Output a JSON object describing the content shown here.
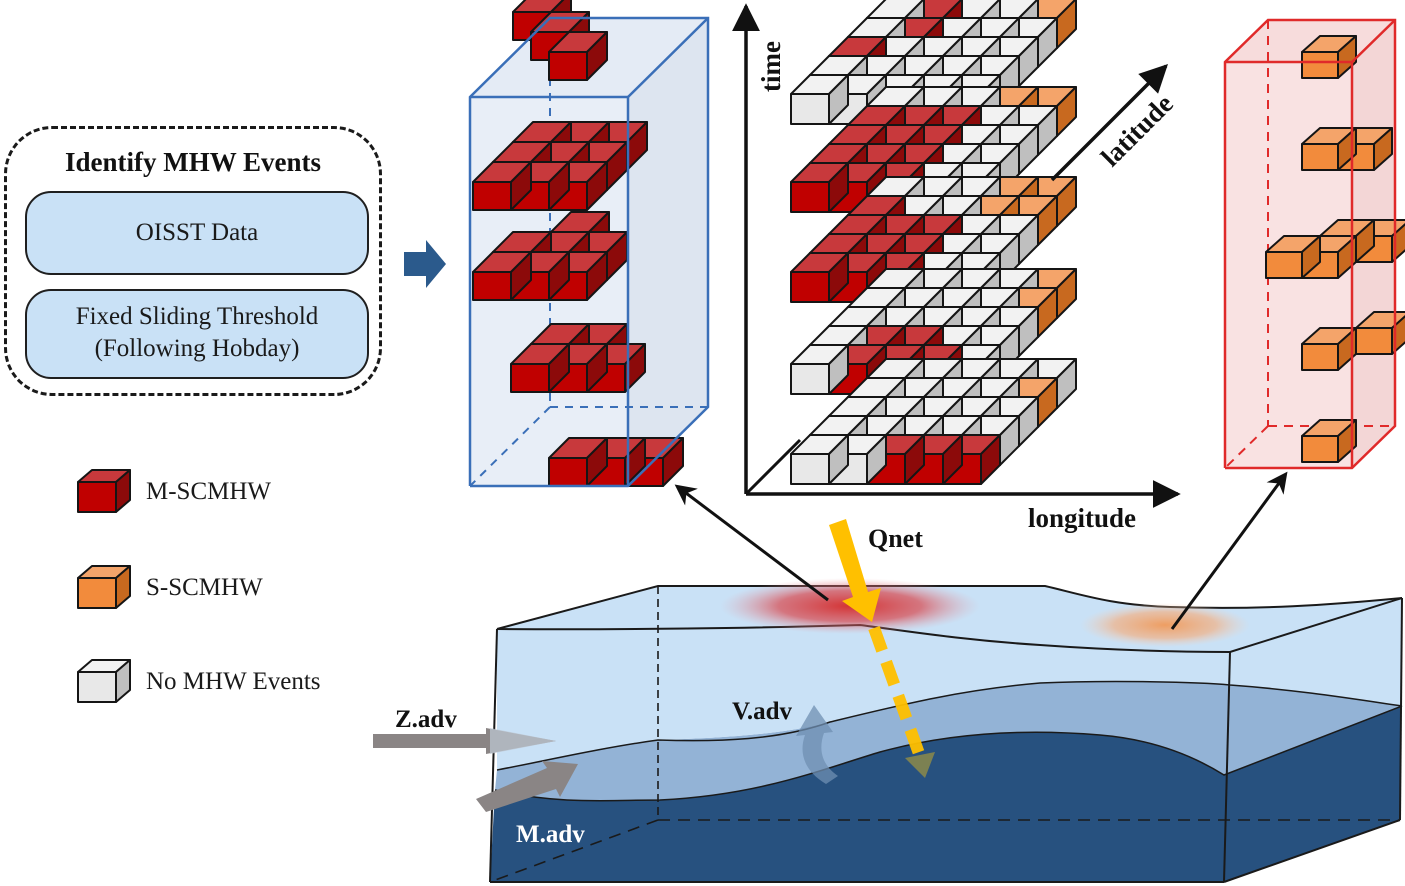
{
  "identify_panel": {
    "title": "Identify MHW Events",
    "steps": [
      {
        "label": "OISST Data"
      },
      {
        "label_line1": "Fixed Sliding Threshold",
        "label_line2": "(Following Hobday)"
      }
    ]
  },
  "legend": {
    "items": [
      {
        "label": "M-SCMHW",
        "category": "m_scmhw"
      },
      {
        "label": "S-SCMHW",
        "category": "s_scmhw"
      },
      {
        "label": "No MHW Events",
        "category": "none"
      }
    ]
  },
  "colors": {
    "m_scmhw": {
      "top": "#c8393c",
      "front": "#c00000",
      "side": "#8c0a0a"
    },
    "s_scmhw": {
      "top": "#f4a46a",
      "front": "#f28b3c",
      "side": "#c8691f"
    },
    "none": {
      "top": "#f2f2f2",
      "front": "#e8e8e8",
      "side": "#bfbfbf"
    },
    "m_box_edge": "#3a6fb8",
    "m_box_fill": "#e4ebf5",
    "s_box_edge": "#e02a2a",
    "s_box_fill": "#f7dcdc",
    "ocean_surface": "#c9e1f6",
    "ocean_mid": "#93b3d6",
    "ocean_deep": "#27517f",
    "qnet_arrow": "#ffc000",
    "adv_arrow": "#8a8585",
    "flow_arrow": "#2b5a8c"
  },
  "axes": {
    "time": "time",
    "latitude": "latitude",
    "longitude": "longitude"
  },
  "grid_layers": [
    {
      "rows": [
        [
          "none",
          "m_scmhw",
          "none",
          "none",
          "s_scmhw"
        ],
        [
          "none",
          "m_scmhw",
          "none",
          "none",
          "none"
        ],
        [
          "m_scmhw",
          "none",
          "none",
          "none",
          "none"
        ],
        [
          "none",
          "none",
          "none",
          "none",
          "none"
        ],
        [
          "none",
          "none",
          "none",
          "none",
          "none"
        ]
      ]
    },
    {
      "rows": [
        [
          "none",
          "none",
          "none",
          "s_scmhw",
          "s_scmhw"
        ],
        [
          "m_scmhw",
          "m_scmhw",
          "m_scmhw",
          "none",
          "none"
        ],
        [
          "m_scmhw",
          "m_scmhw",
          "m_scmhw",
          "none",
          "none"
        ],
        [
          "m_scmhw",
          "m_scmhw",
          "m_scmhw",
          "none",
          "none"
        ],
        [
          "m_scmhw",
          "m_scmhw",
          "m_scmhw",
          "none",
          "none"
        ]
      ]
    },
    {
      "rows": [
        [
          "none",
          "none",
          "none",
          "s_scmhw",
          "s_scmhw"
        ],
        [
          "m_scmhw",
          "none",
          "none",
          "s_scmhw",
          "s_scmhw"
        ],
        [
          "m_scmhw",
          "m_scmhw",
          "m_scmhw",
          "none",
          "none"
        ],
        [
          "m_scmhw",
          "m_scmhw",
          "m_scmhw",
          "none",
          "none"
        ],
        [
          "m_scmhw",
          "m_scmhw",
          "m_scmhw",
          "none",
          "none"
        ]
      ]
    },
    {
      "rows": [
        [
          "none",
          "none",
          "none",
          "none",
          "s_scmhw"
        ],
        [
          "none",
          "none",
          "none",
          "none",
          "s_scmhw"
        ],
        [
          "none",
          "none",
          "none",
          "none",
          "none"
        ],
        [
          "none",
          "m_scmhw",
          "m_scmhw",
          "none",
          "none"
        ],
        [
          "none",
          "m_scmhw",
          "m_scmhw",
          "m_scmhw",
          "none"
        ]
      ]
    },
    {
      "rows": [
        [
          "none",
          "none",
          "none",
          "none",
          "none"
        ],
        [
          "none",
          "none",
          "none",
          "none",
          "s_scmhw"
        ],
        [
          "none",
          "none",
          "none",
          "none",
          "none"
        ],
        [
          "none",
          "none",
          "none",
          "none",
          "none"
        ],
        [
          "none",
          "none",
          "m_scmhw",
          "m_scmhw",
          "m_scmhw"
        ]
      ]
    }
  ],
  "m_scmhw_box": {
    "layers": [
      {
        "cells": [
          [
            0,
            0
          ],
          [
            1,
            1
          ],
          [
            2,
            2
          ]
        ]
      },
      {
        "cells": [
          [
            0,
            0
          ],
          [
            0,
            1
          ],
          [
            0,
            2
          ],
          [
            1,
            0
          ],
          [
            1,
            1
          ],
          [
            1,
            2
          ],
          [
            2,
            0
          ],
          [
            2,
            1
          ],
          [
            2,
            2
          ]
        ]
      },
      {
        "cells": [
          [
            0,
            1
          ],
          [
            1,
            0
          ],
          [
            1,
            1
          ],
          [
            1,
            2
          ],
          [
            2,
            0
          ],
          [
            2,
            1
          ],
          [
            2,
            2
          ]
        ]
      },
      {
        "cells": [
          [
            1,
            1
          ],
          [
            1,
            2
          ],
          [
            2,
            1
          ],
          [
            2,
            2
          ],
          [
            2,
            3
          ]
        ]
      },
      {
        "cells": [
          [
            2,
            2
          ],
          [
            2,
            3
          ],
          [
            2,
            4
          ]
        ]
      }
    ]
  },
  "s_scmhw_box": {
    "layers": [
      {
        "cells": [
          [
            1,
            0
          ]
        ]
      },
      {
        "cells": [
          [
            1,
            0
          ],
          [
            1,
            1
          ]
        ]
      },
      {
        "cells": [
          [
            0,
            0
          ],
          [
            0,
            1
          ],
          [
            1,
            -1
          ],
          [
            1,
            0
          ]
        ]
      },
      {
        "cells": [
          [
            0,
            1
          ],
          [
            1,
            0
          ]
        ]
      },
      {
        "cells": [
          [
            1,
            0
          ]
        ]
      }
    ]
  },
  "ocean": {
    "labels": {
      "qnet": "Qnet",
      "z_adv": "Z.adv",
      "v_adv": "V.adv",
      "m_adv": "M.adv"
    }
  }
}
